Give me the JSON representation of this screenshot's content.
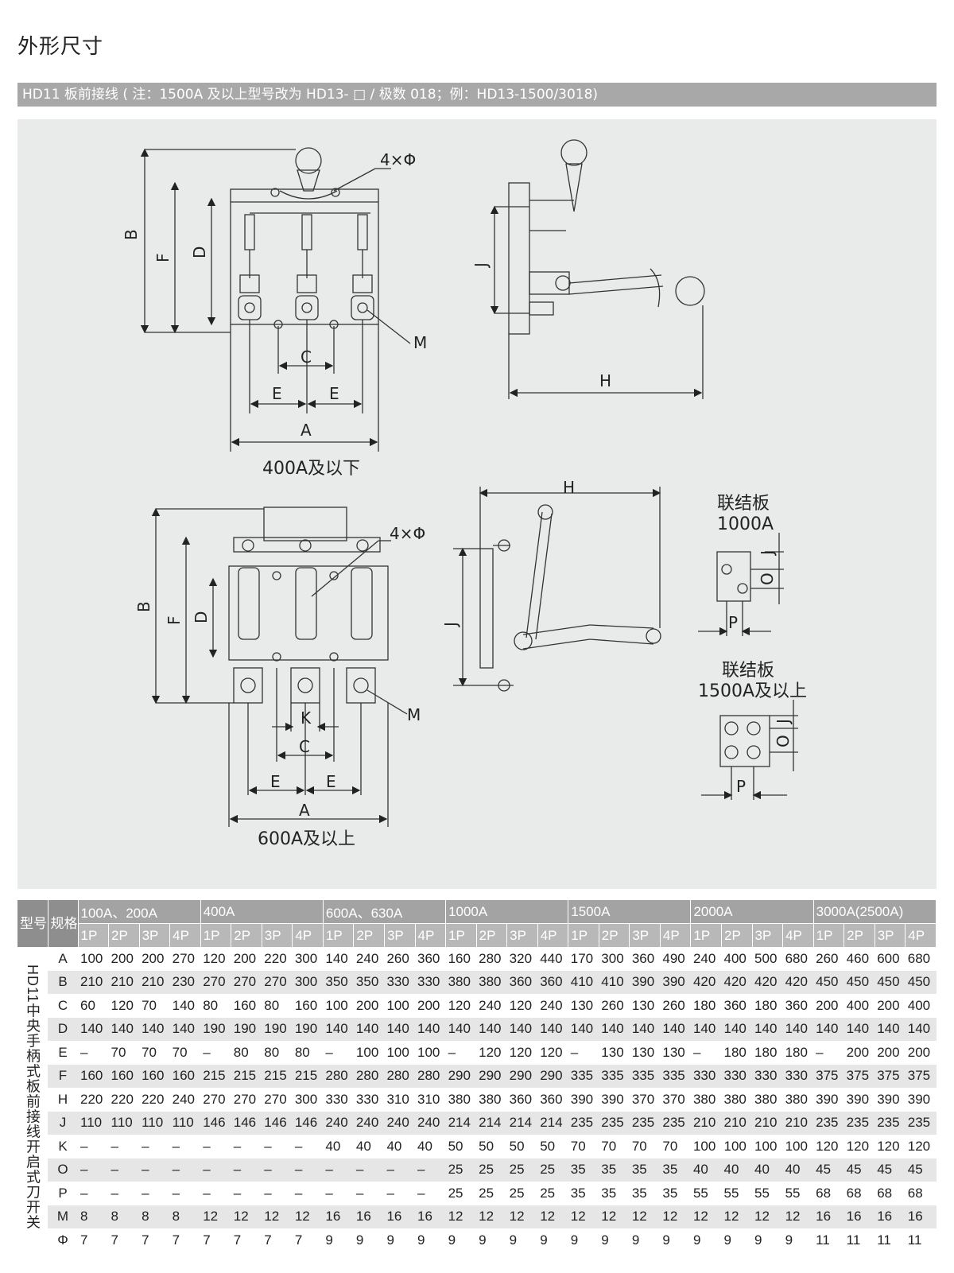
{
  "title": "外形尺寸",
  "subtitle": "HD11 板前接线 ( 注：1500A 及以上型号改为 HD13- □ / 极数 018；例：HD13-1500/3018)",
  "drawing": {
    "caption_top": "400A及以下",
    "caption_bottom": "600A及以上",
    "label_hole": "4×Φ",
    "labels": [
      "A",
      "B",
      "C",
      "D",
      "E",
      "F",
      "H",
      "J",
      "K",
      "M",
      "O",
      "P"
    ],
    "plate_1000": [
      "联结板",
      "1000A"
    ],
    "plate_1500": [
      "联结板",
      "1500A及以上"
    ]
  },
  "table": {
    "model_header": "型号",
    "spec_header": "规格",
    "model_name": "HD11中央手柄式板前接线开启式刀开关",
    "groups": [
      "100A、200A",
      "400A",
      "600A、630A",
      "1000A",
      "1500A",
      "2000A",
      "3000A(2500A)"
    ],
    "poles": [
      "1P",
      "2P",
      "3P",
      "4P"
    ],
    "rows": [
      {
        "param": "A",
        "values": [
          "100",
          "200",
          "200",
          "270",
          "120",
          "200",
          "220",
          "300",
          "140",
          "240",
          "260",
          "360",
          "160",
          "280",
          "320",
          "440",
          "170",
          "300",
          "360",
          "490",
          "240",
          "400",
          "500",
          "680",
          "260",
          "460",
          "600",
          "680"
        ]
      },
      {
        "param": "B",
        "values": [
          "210",
          "210",
          "210",
          "230",
          "270",
          "270",
          "270",
          "300",
          "350",
          "350",
          "330",
          "330",
          "380",
          "380",
          "360",
          "360",
          "410",
          "410",
          "390",
          "390",
          "420",
          "420",
          "420",
          "420",
          "450",
          "450",
          "450",
          "450"
        ]
      },
      {
        "param": "C",
        "values": [
          "60",
          "120",
          "70",
          "140",
          "80",
          "160",
          "80",
          "160",
          "100",
          "200",
          "100",
          "200",
          "120",
          "240",
          "120",
          "240",
          "130",
          "260",
          "130",
          "260",
          "180",
          "360",
          "180",
          "360",
          "200",
          "400",
          "200",
          "400"
        ]
      },
      {
        "param": "D",
        "values": [
          "140",
          "140",
          "140",
          "140",
          "190",
          "190",
          "190",
          "190",
          "140",
          "140",
          "140",
          "140",
          "140",
          "140",
          "140",
          "140",
          "140",
          "140",
          "140",
          "140",
          "140",
          "140",
          "140",
          "140",
          "140",
          "140",
          "140",
          "140"
        ]
      },
      {
        "param": "E",
        "values": [
          "–",
          "70",
          "70",
          "70",
          "–",
          "80",
          "80",
          "80",
          "–",
          "100",
          "100",
          "100",
          "–",
          "120",
          "120",
          "120",
          "–",
          "130",
          "130",
          "130",
          "–",
          "180",
          "180",
          "180",
          "–",
          "200",
          "200",
          "200"
        ]
      },
      {
        "param": "F",
        "values": [
          "160",
          "160",
          "160",
          "160",
          "215",
          "215",
          "215",
          "215",
          "280",
          "280",
          "280",
          "280",
          "290",
          "290",
          "290",
          "290",
          "335",
          "335",
          "335",
          "335",
          "330",
          "330",
          "330",
          "330",
          "375",
          "375",
          "375",
          "375"
        ]
      },
      {
        "param": "H",
        "values": [
          "220",
          "220",
          "220",
          "240",
          "270",
          "270",
          "270",
          "300",
          "330",
          "330",
          "310",
          "310",
          "380",
          "380",
          "360",
          "360",
          "390",
          "390",
          "370",
          "370",
          "380",
          "380",
          "380",
          "380",
          "390",
          "390",
          "390",
          "390"
        ]
      },
      {
        "param": "J",
        "values": [
          "110",
          "110",
          "110",
          "110",
          "146",
          "146",
          "146",
          "146",
          "240",
          "240",
          "240",
          "240",
          "214",
          "214",
          "214",
          "214",
          "235",
          "235",
          "235",
          "235",
          "210",
          "210",
          "210",
          "210",
          "235",
          "235",
          "235",
          "235"
        ]
      },
      {
        "param": "K",
        "values": [
          "–",
          "–",
          "–",
          "–",
          "–",
          "–",
          "–",
          "–",
          "40",
          "40",
          "40",
          "40",
          "50",
          "50",
          "50",
          "50",
          "70",
          "70",
          "70",
          "70",
          "100",
          "100",
          "100",
          "100",
          "120",
          "120",
          "120",
          "120"
        ]
      },
      {
        "param": "O",
        "values": [
          "–",
          "–",
          "–",
          "–",
          "–",
          "–",
          "–",
          "–",
          "–",
          "–",
          "–",
          "–",
          "25",
          "25",
          "25",
          "25",
          "35",
          "35",
          "35",
          "35",
          "40",
          "40",
          "40",
          "40",
          "45",
          "45",
          "45",
          "45"
        ]
      },
      {
        "param": "P",
        "values": [
          "–",
          "–",
          "–",
          "–",
          "–",
          "–",
          "–",
          "–",
          "–",
          "–",
          "–",
          "–",
          "25",
          "25",
          "25",
          "25",
          "35",
          "35",
          "35",
          "35",
          "55",
          "55",
          "55",
          "55",
          "68",
          "68",
          "68",
          "68"
        ]
      },
      {
        "param": "M",
        "values": [
          "8",
          "8",
          "8",
          "8",
          "12",
          "12",
          "12",
          "12",
          "16",
          "16",
          "16",
          "16",
          "12",
          "12",
          "12",
          "12",
          "12",
          "12",
          "12",
          "12",
          "12",
          "12",
          "12",
          "12",
          "16",
          "16",
          "16",
          "16"
        ]
      },
      {
        "param": "Φ",
        "values": [
          "7",
          "7",
          "7",
          "7",
          "7",
          "7",
          "7",
          "7",
          "9",
          "9",
          "9",
          "9",
          "9",
          "9",
          "9",
          "9",
          "9",
          "9",
          "9",
          "9",
          "9",
          "9",
          "9",
          "9",
          "11",
          "11",
          "11",
          "11"
        ]
      }
    ]
  }
}
